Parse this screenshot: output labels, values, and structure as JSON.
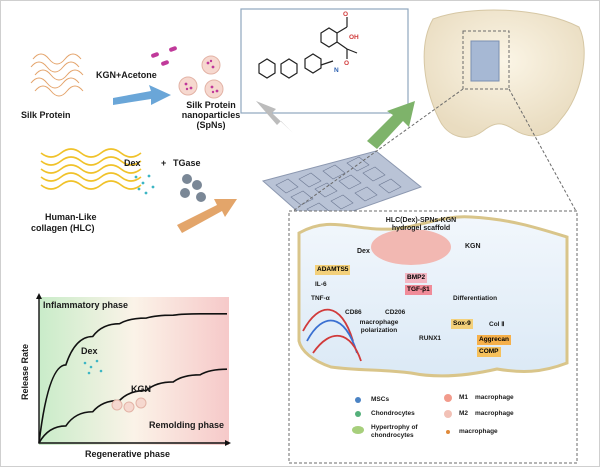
{
  "synthesis": {
    "silk_protein": "Silk Protein",
    "kgn_acetone": "KGN+Acetone",
    "spns_line1": "Silk Protein",
    "spns_line2": "nanoparticles",
    "spns_line3": "(SpNs)",
    "dex": "Dex",
    "plus": "+",
    "tgase": "TGase",
    "hlc_line1": "Human-Like",
    "hlc_line2": "collagen (HLC)"
  },
  "molecule": {
    "oh_label": "OH",
    "o_label": "O",
    "o2_label": "O",
    "nh_label": "N"
  },
  "chart": {
    "phase_top": "Inflammatory phase",
    "phase_bottom": "Remolding phase",
    "xlabel": "Regenerative phase",
    "ylabel": "Release Rate",
    "dex_label": "Dex",
    "kgn_label": "KGN"
  },
  "chart_data": {
    "type": "line",
    "title": "",
    "xlabel": "Regenerative phase",
    "ylabel": "Release Rate",
    "series": [
      {
        "name": "Dex",
        "x": [
          0,
          1,
          2,
          3,
          4,
          5,
          6,
          7
        ],
        "y": [
          0,
          0.55,
          0.75,
          0.84,
          0.88,
          0.9,
          0.91,
          0.91
        ]
      },
      {
        "name": "KGN",
        "x": [
          0,
          1,
          2,
          3,
          4,
          5,
          6,
          7
        ],
        "y": [
          0,
          0.12,
          0.22,
          0.3,
          0.37,
          0.43,
          0.48,
          0.52
        ]
      }
    ],
    "colors": {
      "Dex": "#111111",
      "KGN": "#111111"
    }
  },
  "mechanism": {
    "scaffold_line1": "HLC(Dex)-SPNs-KGN",
    "scaffold_line2": "hydrogel scaffold",
    "dex": "Dex",
    "kgn": "KGN",
    "adamts5": "ADAMTS5",
    "il6": "IL-6",
    "tnfa": "TNF-α",
    "bmp2": "BMP2",
    "tgfb1": "TGF-β1",
    "differentiation": "Differentiation",
    "cd86": "CD86",
    "cd206": "CD206",
    "polarization_line1": "macrophage",
    "polarization_line2": "polarization",
    "sox9": "Sox-9",
    "col2": "Col Ⅱ",
    "runx1": "RUNX1",
    "aggrecan": "Aggrecan",
    "comp": "COMP"
  },
  "legend": {
    "mscs": "MSCs",
    "m1_line1": "M1",
    "m1_line2": "macrophage",
    "chondrocytes": "Chondrocytes",
    "m2_line1": "M2",
    "m2_line2": "macrophage",
    "hyper_line1": "Hypertrophy of",
    "hyper_line2": "chondrocytes",
    "mac": "macrophage"
  },
  "colors": {
    "arrow_blue": "#6aa6d8",
    "arrow_orange": "#e3a56a",
    "arrow_green": "#7eb36a",
    "bmp_box": "#f4b7c3",
    "tgf_box": "#f08b98",
    "agg_box": "#f6b04a",
    "comp_box": "#f6c15c",
    "sox_box": "#f3d07a"
  }
}
